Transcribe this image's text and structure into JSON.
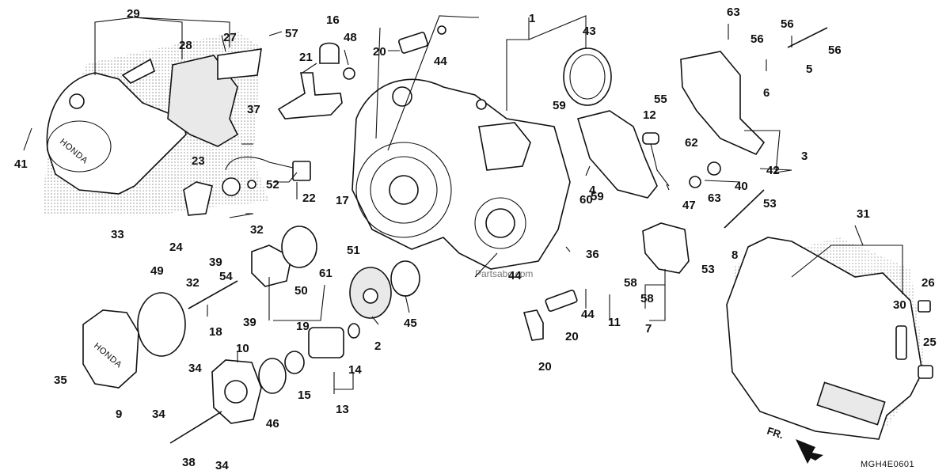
{
  "diagram": {
    "code": "MGH4E0601",
    "direction_label": "FR.",
    "watermark": "Partsabc.com",
    "cover_marks": [
      "HONDA",
      "HONDA"
    ],
    "callouts": [
      "1",
      "2",
      "3",
      "4",
      "5",
      "6",
      "7",
      "8",
      "9",
      "10",
      "11",
      "12",
      "13",
      "14",
      "15",
      "16",
      "17",
      "18",
      "19",
      "20",
      "20",
      "20",
      "21",
      "22",
      "23",
      "24",
      "25",
      "26",
      "27",
      "28",
      "29",
      "30",
      "31",
      "32",
      "32",
      "33",
      "34",
      "34",
      "34",
      "35",
      "36",
      "37",
      "38",
      "39",
      "39",
      "40",
      "41",
      "42",
      "43",
      "44",
      "44",
      "44",
      "45",
      "46",
      "47",
      "48",
      "49",
      "50",
      "51",
      "52",
      "53",
      "53",
      "54",
      "55",
      "56",
      "56",
      "56",
      "57",
      "58",
      "58",
      "59",
      "59",
      "60",
      "61",
      "62",
      "63",
      "63"
    ]
  }
}
